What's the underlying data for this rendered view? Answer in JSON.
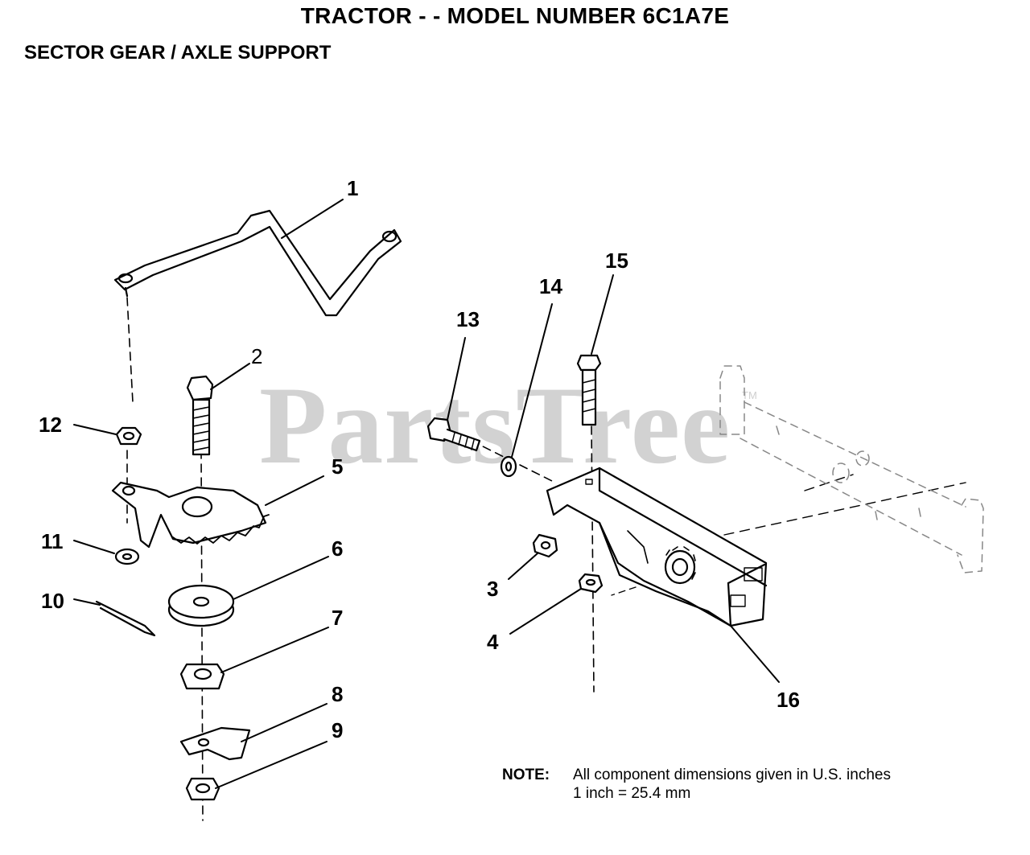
{
  "header": {
    "title": "TRACTOR  - - MODEL NUMBER 6C1A7E",
    "subtitle": "SECTOR GEAR / AXLE SUPPORT"
  },
  "watermark": {
    "text": "PartsTree",
    "tm": "TM"
  },
  "callouts": [
    "1",
    "2",
    "3",
    "4",
    "5",
    "6",
    "7",
    "8",
    "9",
    "10",
    "11",
    "12",
    "13",
    "14",
    "15",
    "16"
  ],
  "note": {
    "label": "NOTE:",
    "line1": "All component dimensions given in U.S. inches",
    "line2": "1 inch = 25.4 mm"
  }
}
